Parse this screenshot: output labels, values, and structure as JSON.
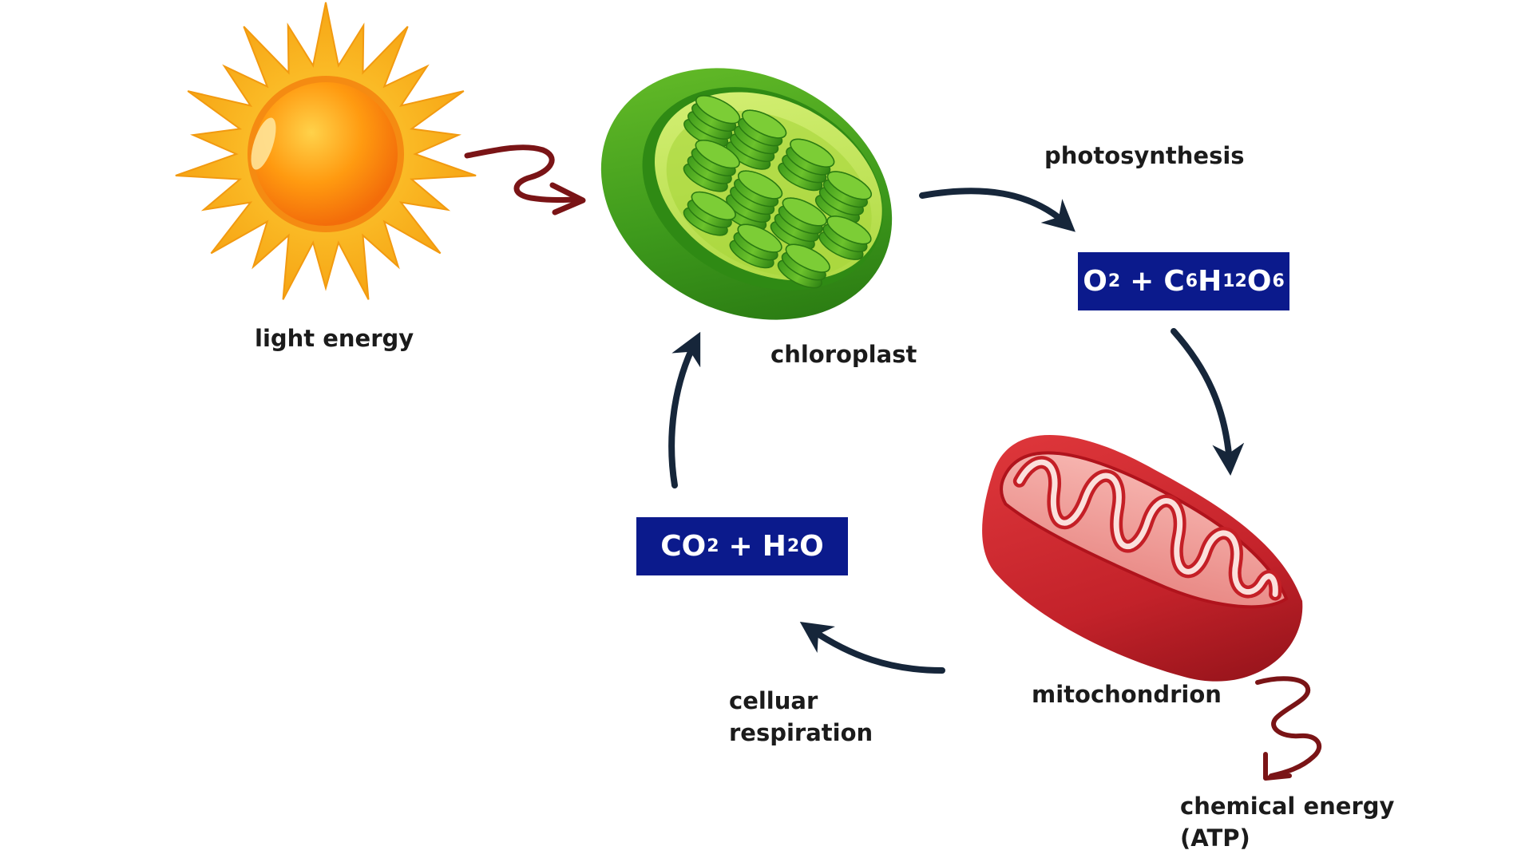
{
  "labels": {
    "light_energy": "light energy",
    "chloroplast": "chloroplast",
    "photosynthesis": "photosynthesis",
    "mitochondrion": "mitochondrion",
    "cellular_respiration_line1": "celluar",
    "cellular_respiration_line2": "respiration",
    "chemical_energy_line1": "chemical energy",
    "chemical_energy_line2": "(ATP)"
  },
  "formulas": {
    "products": {
      "o": "O",
      "o_sub": "2",
      "plus": "+",
      "c": "C",
      "c_sub": "6",
      "h": "H",
      "h_sub": "12",
      "o2": "O",
      "o2_sub": "6"
    },
    "reactants": {
      "co": "CO",
      "co_sub": "2",
      "plus": "+",
      "h": "H",
      "h_sub": "2",
      "o": "O"
    }
  },
  "colors": {
    "formula_box": "#0b1a8c",
    "flow_arrow": "#16263a",
    "energy_arrow": "#7a1416",
    "sun": "#f7a11a",
    "chloroplast": "#4fa81f",
    "mitochondrion": "#c8252b"
  },
  "icons": [
    "sun-icon",
    "chloroplast-icon",
    "mitochondrion-icon"
  ]
}
